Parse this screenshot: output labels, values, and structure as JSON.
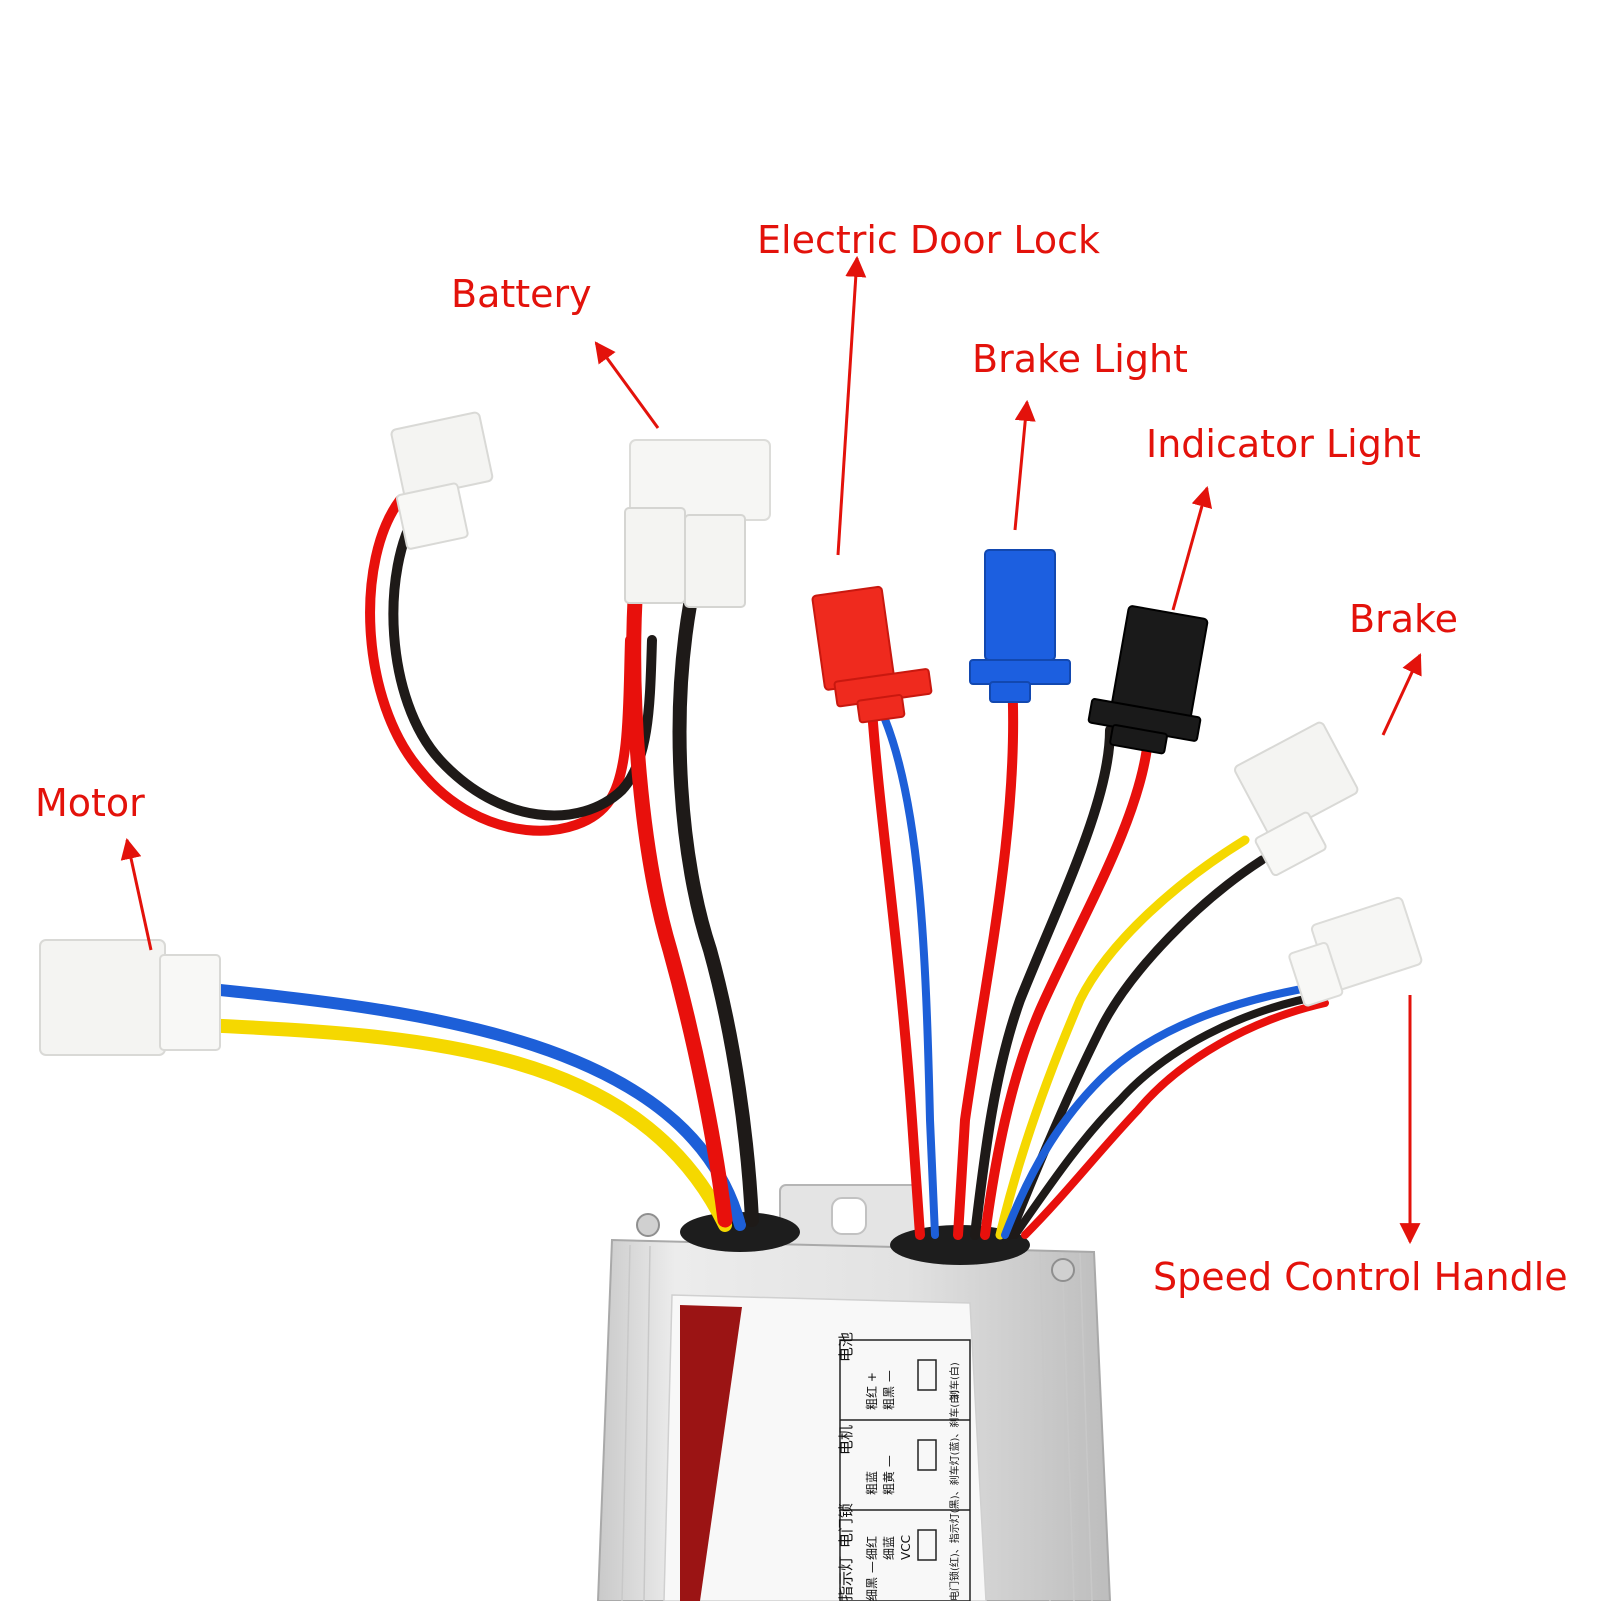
{
  "labels": {
    "electric_door_lock": "Electric Door Lock",
    "battery": "Battery",
    "brake_light": "Brake Light",
    "indicator_light": "Indicator Light",
    "brake": "Brake",
    "motor": "Motor",
    "speed_control_handle": "Speed Control Handle"
  },
  "sticker": {
    "col1": "电池",
    "col2": "电机",
    "col3": "电门锁",
    "col4": "指示灯",
    "col1_sub": "粗红 +",
    "col1_sub2": "粗黑 —",
    "col2_sub": "粗蓝",
    "col2_sub2": "粗黄 —",
    "col3_sub": "细红",
    "col3_sub2": "细蓝",
    "col3_vcc": "VCC",
    "col4_sub": "细黑 —",
    "footer1": "刹车(白)",
    "footer2": "电门锁(红)、指示灯(黑)、刹车灯(蓝)、刹车(白)"
  },
  "colors": {
    "label_red": "#e3120b",
    "wire_red": "#e8100c",
    "wire_black": "#1e1a18",
    "wire_blue": "#1d5fd8",
    "wire_yellow": "#f5d800",
    "connector_red": "#ef2a1e",
    "connector_blue": "#1c5fe0",
    "connector_black": "#1a1a1a",
    "connector_white": "#f4f4f2",
    "housing_silver": "#d9d9d9"
  }
}
